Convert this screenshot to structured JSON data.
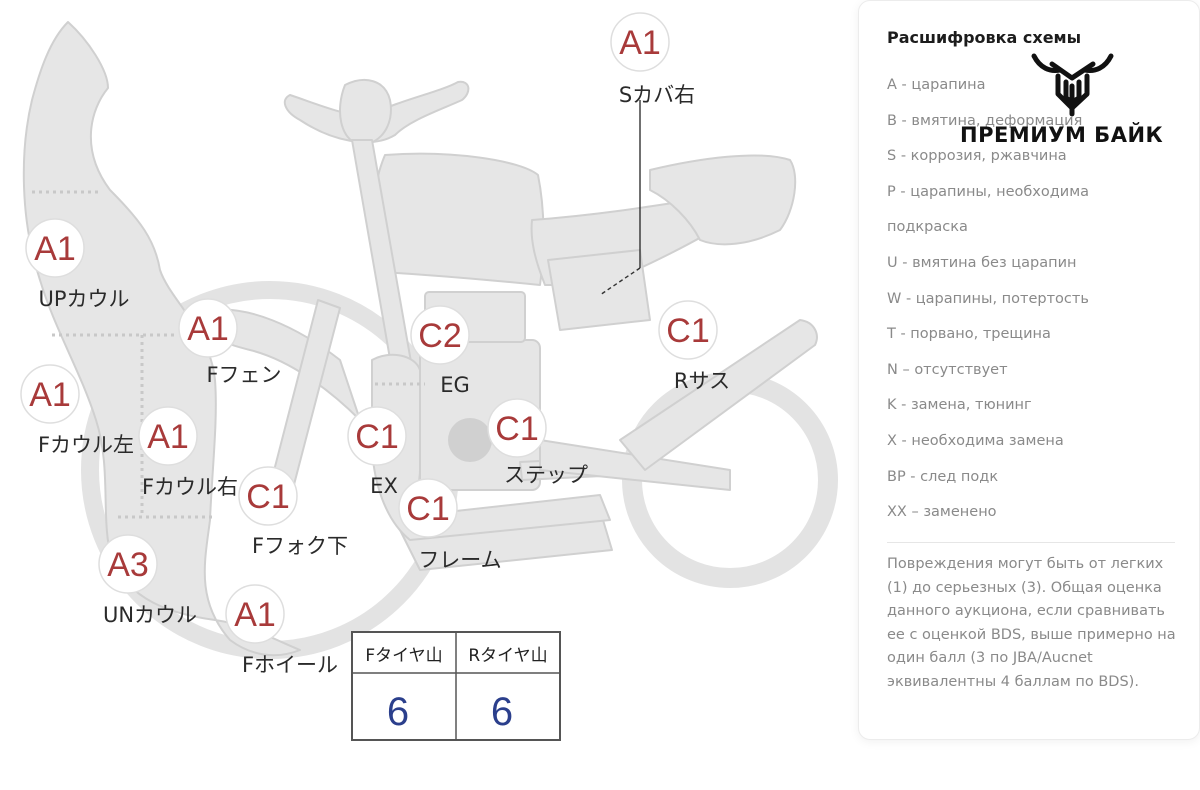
{
  "damage_marks": [
    {
      "id": "s-cover-right",
      "code": "A1",
      "label": "Sカバ右"
    },
    {
      "id": "up-cowl",
      "code": "A1",
      "label": "UPカウル"
    },
    {
      "id": "f-fender",
      "code": "A1",
      "label": "Fフェン"
    },
    {
      "id": "f-cowl-left",
      "code": "A1",
      "label": "Fカウル左"
    },
    {
      "id": "f-cowl-right",
      "code": "A1",
      "label": "Fカウル右"
    },
    {
      "id": "f-fork-lower",
      "code": "C1",
      "label": "Fフォク下"
    },
    {
      "id": "un-cowl",
      "code": "A3",
      "label": "UNカウル"
    },
    {
      "id": "f-wheel",
      "code": "A1",
      "label": "Fホイール"
    },
    {
      "id": "eg",
      "code": "C2",
      "label": "EG"
    },
    {
      "id": "ex",
      "code": "C1",
      "label": "EX"
    },
    {
      "id": "step",
      "code": "C1",
      "label": "ステップ"
    },
    {
      "id": "frame",
      "code": "C1",
      "label": "フレーム"
    },
    {
      "id": "r-sus",
      "code": "C1",
      "label": "Rサス"
    }
  ],
  "tire_table": {
    "headers": [
      "Fタイヤ山",
      "Rタイヤ山"
    ],
    "values": [
      "6",
      "6"
    ]
  },
  "legend": {
    "title": "Расшифровка схемы",
    "items": [
      "A - царапина",
      "B - вмятина, деформация",
      "S - коррозия, ржавчина",
      "P - царапины, необходима",
      "подкраска",
      "U - вмятина без царапин",
      "W - царапины, потертость",
      "T - порвано, трещина",
      "N – отсутствует",
      "K - замена, тюнинг",
      "X - необходима замена",
      "BP - след подк",
      "XX – заменено"
    ],
    "note": "Повреждения могут быть от легких (1) до серьезных (3). Общая оценка данного аукциона, если сравнивать ее с оценкой BDS, выше примерно на один балл (3 по JBA/Aucnet эквивалентны 4 баллам по BDS)."
  },
  "brand": {
    "name": "ПРЕМИУМ БАЙК"
  },
  "colors": {
    "part_fill": "#e6e6e6",
    "part_stroke": "#d2d2d2",
    "mark_code": "#a83a3a",
    "table_value": "#2b3f8c",
    "legend_text": "#8a8a8a"
  }
}
